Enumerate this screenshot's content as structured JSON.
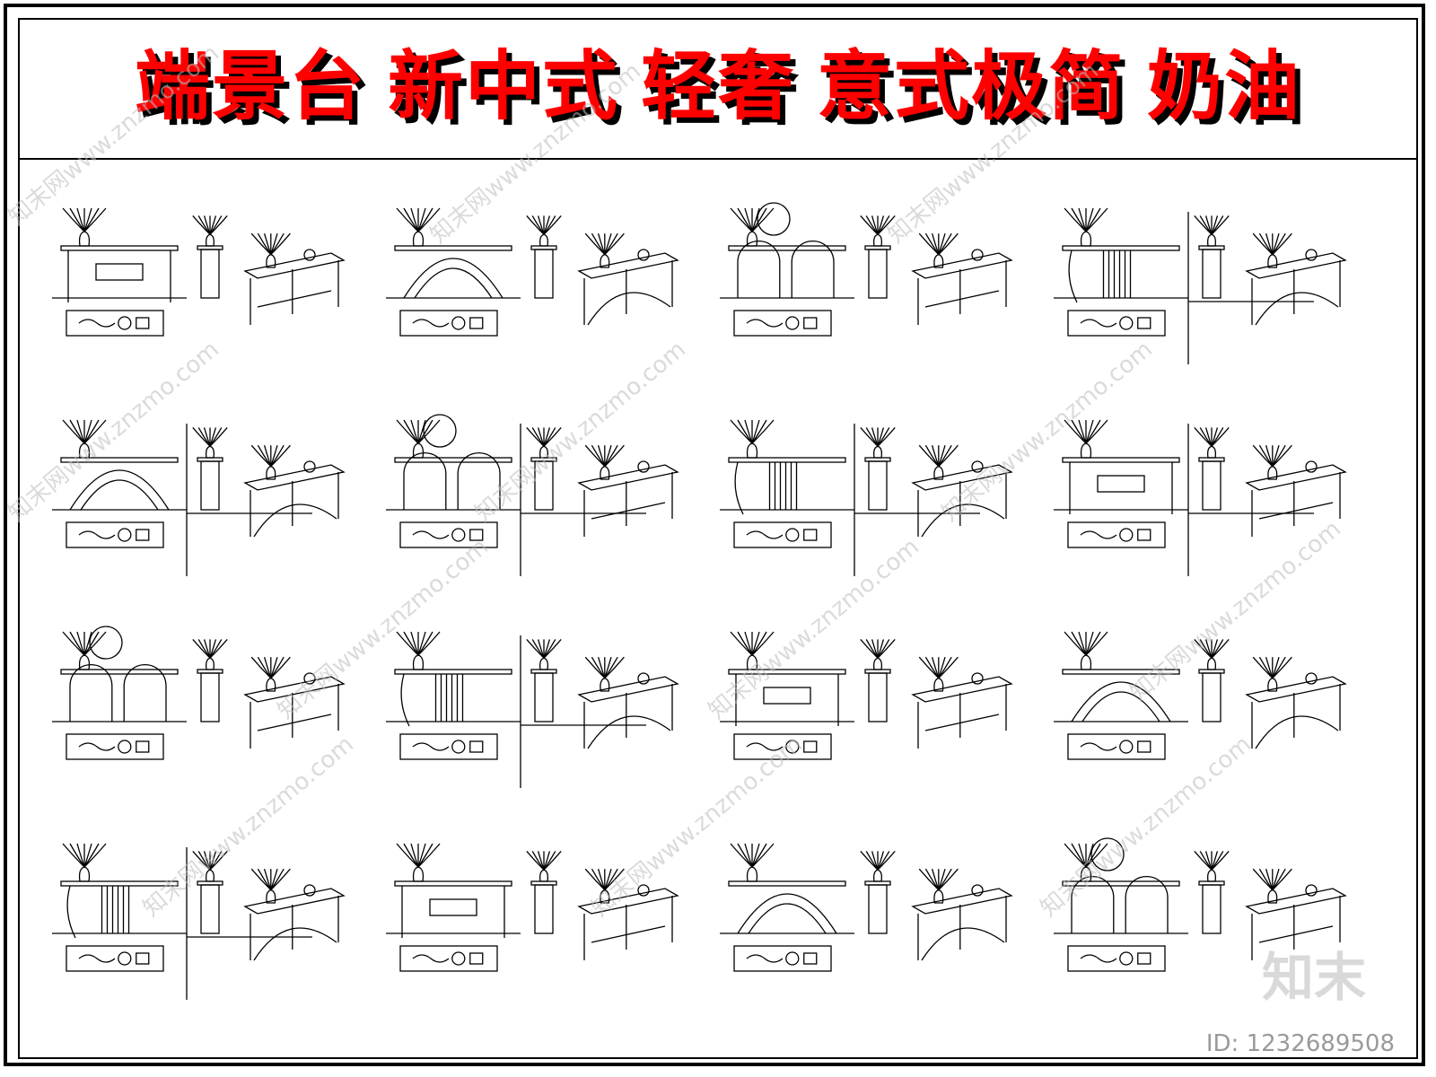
{
  "title": {
    "words": [
      "端景台",
      "新中式",
      "轻奢",
      "意式极简",
      "奶油"
    ]
  },
  "watermark": {
    "text": "知末网www.znzmo.com"
  },
  "brand": {
    "text": "知末",
    "id_label": "ID: 1232689508"
  },
  "colors": {
    "title_red": "#ff0000",
    "line": "#000000",
    "background": "#ffffff"
  },
  "sheet": {
    "rows": 4,
    "sets_per_row": 4
  }
}
